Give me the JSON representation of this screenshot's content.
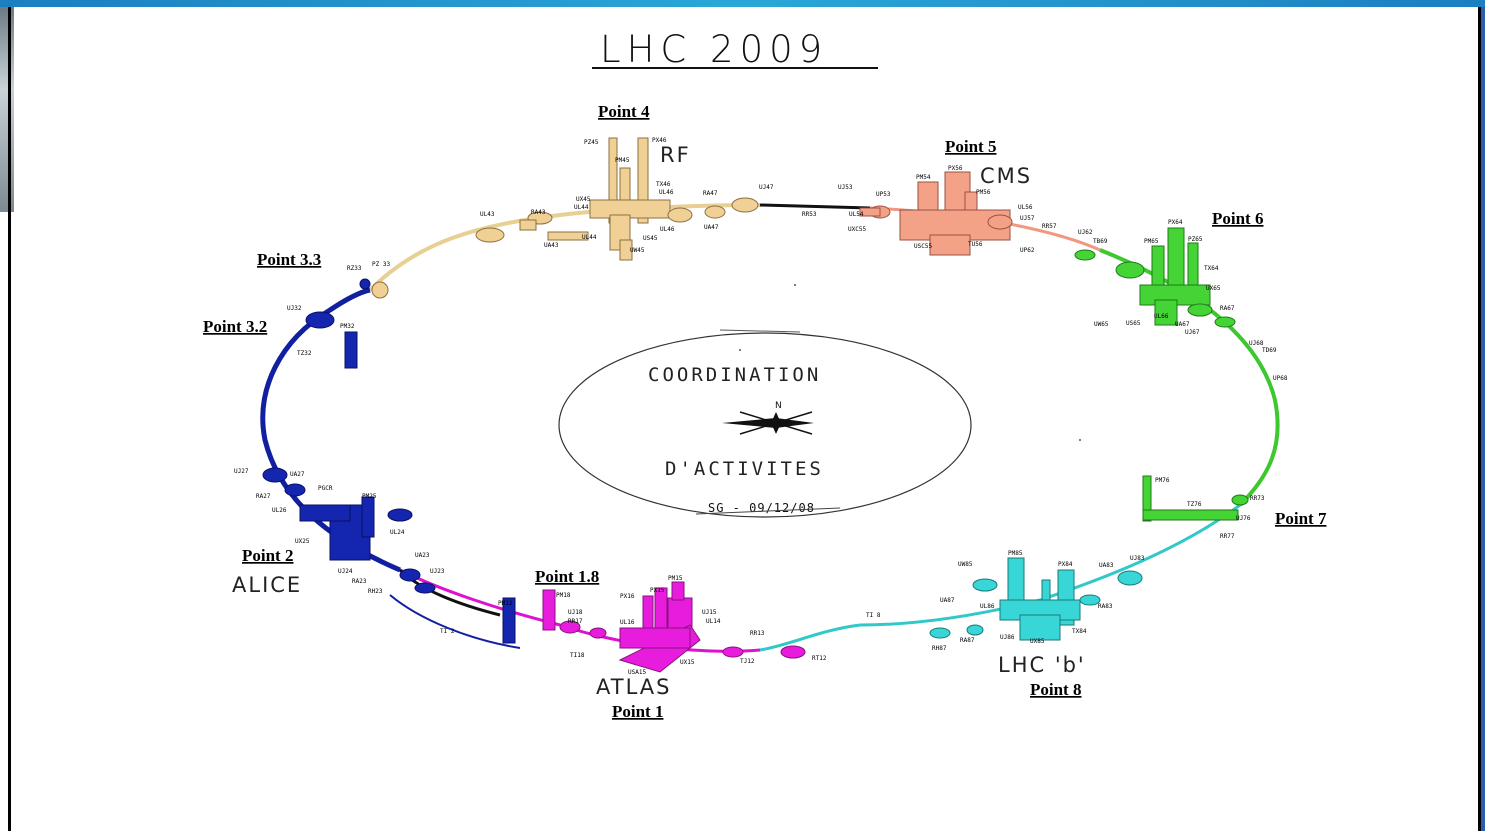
{
  "title": "LHC 2009",
  "center": {
    "line1": "COORDINATION",
    "line2": "D'ACTIVITES",
    "north": "N",
    "footer": "SG - 09/12/08"
  },
  "points": {
    "p1": "Point 1",
    "p18": "Point 1.8",
    "p2": "Point 2",
    "p32": "Point 3.2",
    "p33": "Point 3.3",
    "p4": "Point 4",
    "p5": "Point 5",
    "p6": "Point 6",
    "p7": "Point 7",
    "p8": "Point 8"
  },
  "experiments": {
    "atlas": "ATLAS",
    "alice": "ALICE",
    "rf": "RF",
    "cms": "CMS",
    "lhcb": "LHC 'b'"
  },
  "colors": {
    "sector12": "#e010d0",
    "sector23": "#1020a0",
    "sector34": "#f0d090",
    "sector56": "#f09880",
    "sector67": "#40d030",
    "sector81": "#30d0d0"
  },
  "tiny_labels": {
    "pz45": "PZ45",
    "px46": "PX46",
    "pm45": "PM45",
    "ux45": "UX45",
    "ul44": "UL44",
    "tx46": "TX46",
    "ul46a": "UL46",
    "ra47": "RA47",
    "uj47": "UJ47",
    "ua47": "UA47",
    "ul46b": "UL46",
    "us45": "US45",
    "uw45": "UW45",
    "ra43": "RA43",
    "ul43": "UL43",
    "ua43": "UA43",
    "uj53": "UJ53",
    "up53": "UP53",
    "pm54": "PM54",
    "px56": "PX56",
    "pm56": "PM56",
    "ul56": "UL56",
    "uj57": "UJ57",
    "rr57": "RR57",
    "rr53": "RR53",
    "ul54": "UL54",
    "uxc55": "UXC55",
    "usc55": "USC55",
    "tu56": "TU56",
    "up62": "UP62",
    "uj62": "UJ62",
    "tb69": "TB69",
    "px64": "PX64",
    "pm65": "PM65",
    "pz65": "PZ65",
    "tx64": "TX64",
    "ux65": "UX65",
    "ul66": "UL66",
    "ra67": "RA67",
    "uw65": "UW65",
    "us65": "US65",
    "ua67": "UA67",
    "uj67": "UJ67",
    "uj68": "UJ68",
    "td69": "TD69",
    "up68": "UP68",
    "pm76": "PM76",
    "tz76": "TZ76",
    "rr73": "RR73",
    "uj76": "UJ76",
    "rr77": "RR77",
    "uw85": "UW85",
    "pm85": "PM85",
    "px84": "PX84",
    "ua83": "UA83",
    "uj83": "UJ83",
    "ra83": "RA83",
    "tx84": "TX84",
    "ux85": "UX85",
    "ua87": "UA87",
    "ul86": "UL86",
    "uj86": "UJ86",
    "ra87": "RA87",
    "rh87": "RH87",
    "ti8": "TI 8",
    "px16": "PX16",
    "px15": "PX15",
    "pm15": "PM15",
    "pm18": "PM18",
    "uj18": "UJ18",
    "rr17": "RR17",
    "ul16": "UL16",
    "uj15": "UJ15",
    "ul14": "UL14",
    "rr13": "RR13",
    "ux15": "UX15",
    "usa15": "USA15",
    "tj12": "TJ12",
    "rt12": "RT12",
    "pm12": "PM12",
    "ti2": "TI 2",
    "tu8": "TI18",
    "uj27": "UJ27",
    "ua27": "UA27",
    "ra27": "RA27",
    "pgcr": "PGCR",
    "ul26": "UL26",
    "pm25": "PM25",
    "ux25": "UX25",
    "ul24": "UL24",
    "ua23": "UA23",
    "uj23": "UJ23",
    "ra23": "RA23",
    "rh23": "RH23",
    "uj24": "UJ24",
    "uj32": "UJ32",
    "pm32": "PM32",
    "tz32": "TZ32",
    "rz33": "RZ33",
    "pz33": "PZ 33"
  }
}
